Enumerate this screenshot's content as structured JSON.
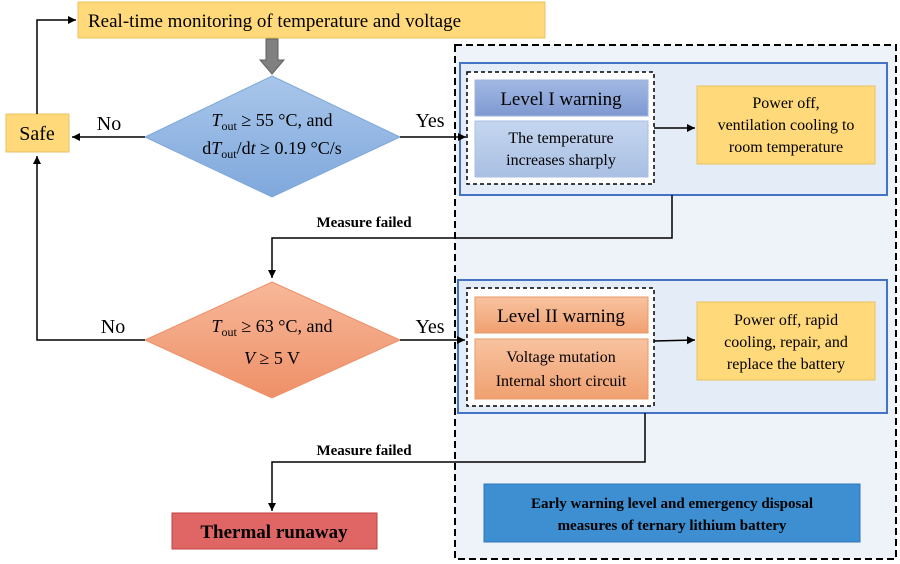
{
  "top_box": {
    "text": "Real-time monitoring of temperature and voltage"
  },
  "safe": {
    "text": "Safe"
  },
  "decision1": {
    "line1_sym": "T",
    "line1_sub": "out",
    "line1_rest": " ≥ 55 °C, and",
    "line2_a": "d",
    "line2_sym": "T",
    "line2_sub": "out",
    "line2_rest": "/d",
    "line2_t": "t",
    "line2_tail": " ≥ 0.19 °C/s",
    "no_label": "No",
    "yes_label": "Yes"
  },
  "decision2": {
    "line1_sym": "T",
    "line1_sub": "out",
    "line1_rest": " ≥ 63 °C, and",
    "line2_sym": "V",
    "line2_rest": " ≥ 5 V",
    "no_label": "No",
    "yes_label": "Yes"
  },
  "level1": {
    "title": "Level I warning",
    "desc_line1": "The temperature",
    "desc_line2": "increases sharply",
    "action_line1": "Power off,",
    "action_line2": "ventilation cooling to",
    "action_line3": "room temperature"
  },
  "level2": {
    "title": "Level II warning",
    "desc_line1": "Voltage mutation",
    "desc_line2": "Internal short circuit",
    "action_line1": "Power off, rapid",
    "action_line2": "cooling, repair, and",
    "action_line3": "replace the battery"
  },
  "measure_failed_1": "Measure failed",
  "measure_failed_2": "Measure failed",
  "thermal_runaway": "Thermal runaway",
  "legend_box": {
    "line1": "Early warning level and emergency disposal",
    "line2": "measures of ternary lithium battery"
  },
  "colors": {
    "yellow_box": "#FFD97A",
    "blue_diamond": "#8EB4E3",
    "orange_diamond": "#F4A582",
    "level_title_blue": "#8EA9DB",
    "level_desc_blue": "#B4C7E7",
    "level_orange": "#F4B183",
    "panel_fill": "#EAF0F8",
    "panel_border": "#4472C4",
    "thermal_red": "#E06666",
    "legend_blue": "#3D8FD1"
  }
}
